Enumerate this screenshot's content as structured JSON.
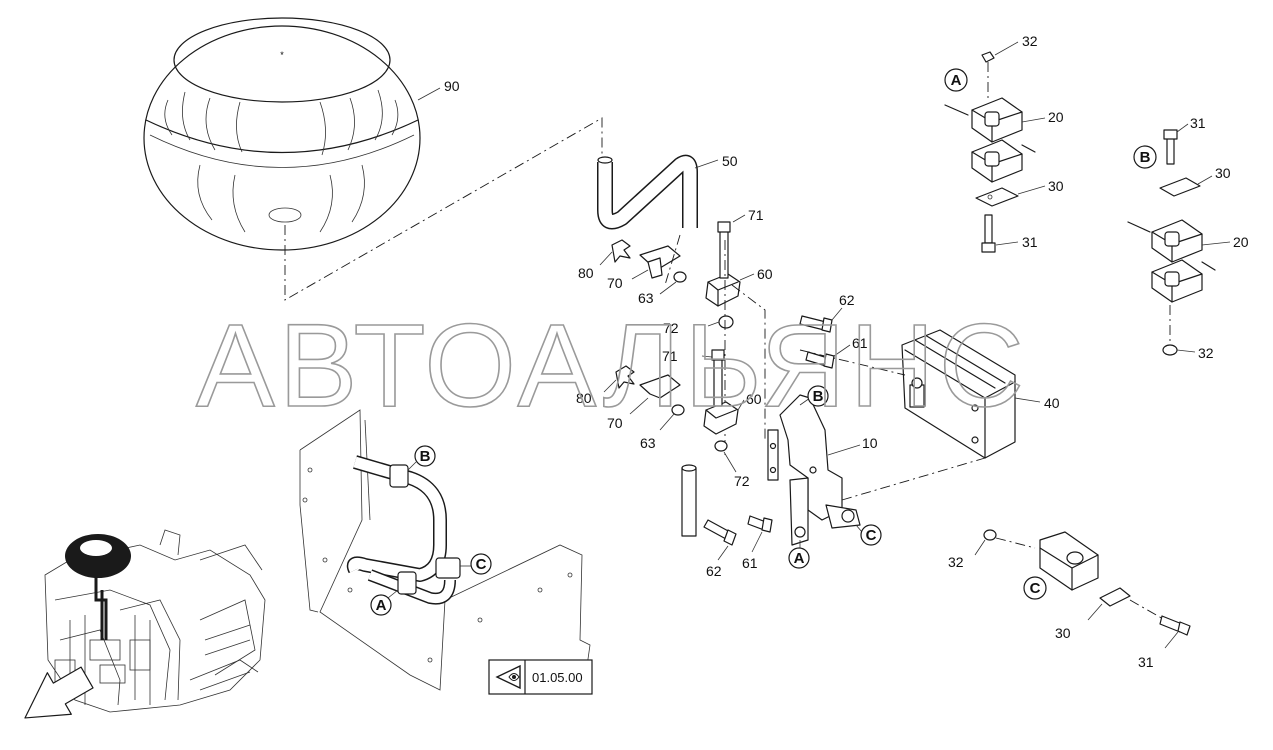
{
  "watermark": "АВТОАЛЬЯНС",
  "reference_box": {
    "icon": "eye-view-icon",
    "text": "01.05.00"
  },
  "callout_letters": {
    "a": "A",
    "b": "B",
    "c": "C"
  },
  "part_labels": {
    "p10": "10",
    "p20": "20",
    "p30": "30",
    "p31": "31",
    "p32": "32",
    "p40": "40",
    "p50": "50",
    "p60": "60",
    "p61": "61",
    "p62": "62",
    "p63": "63",
    "p70": "70",
    "p71": "71",
    "p72": "72",
    "p80": "80",
    "p90": "90"
  },
  "colors": {
    "line": "#1a1a1a",
    "watermark": "#9a9a9a",
    "background": "#ffffff"
  }
}
